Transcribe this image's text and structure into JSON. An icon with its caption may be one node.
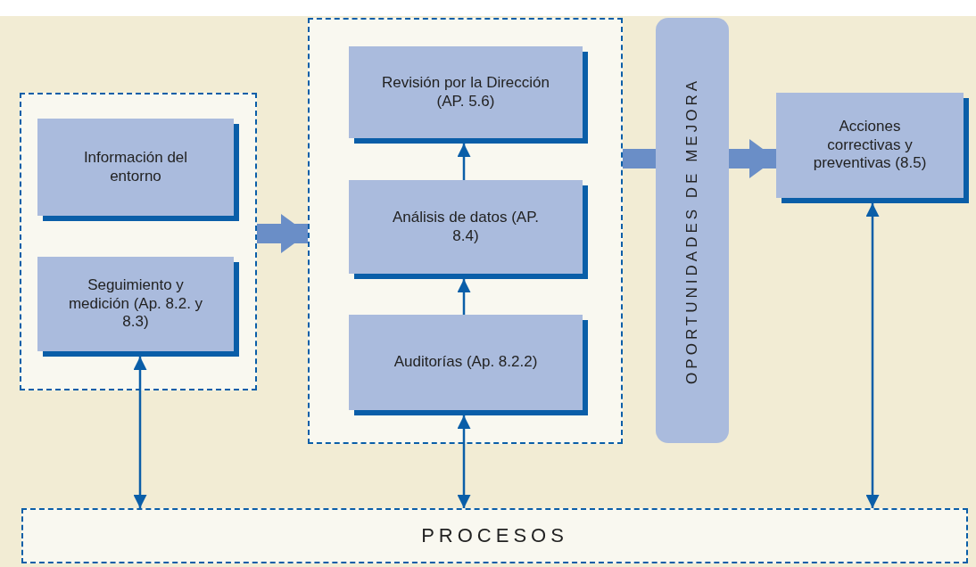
{
  "diagram": {
    "nodes": [
      {
        "text": [],
        "shape": "box"
      },
      {
        "text": [
          "Información del entorno"
        ],
        "in": 0
      },
      {
        "text": [
          "Seguimiento y medición (Ap. 8.2. y 8.3)"
        ],
        "in": 0
      },
      {
        "text": [],
        "shape": "box"
      },
      {
        "text": [
          "Revisión por la Dirección (AP. 5.6)"
        ],
        "in": 3
      },
      {
        "text": [
          "Análisis de datos (AP. 8.4)"
        ],
        "in": 3
      },
      {
        "text": [
          "Auditorías (Ap. 8.2.2)"
        ],
        "in": 3
      },
      {
        "text": [
          "OPORTUNIDADES DE MEJORA"
        ]
      },
      {
        "text": [
          "Acciones correctivas y preventivas (8.5)"
        ]
      },
      {
        "text": [
          "PROCESOS"
        ]
      }
    ],
    "edges": [
      {
        "from": 0,
        "to": 3,
        "arrow": "to",
        "style": "thick",
        "color": "#6a8ec7"
      },
      {
        "from": 6,
        "to": 5,
        "arrow": "to"
      },
      {
        "from": 5,
        "to": 4,
        "arrow": "to"
      },
      {
        "from": 3,
        "to": 7,
        "arrow": "none",
        "style": "thick",
        "color": "#6a8ec7"
      },
      {
        "from": 7,
        "to": 8,
        "arrow": "to",
        "style": "thick",
        "color": "#6a8ec7"
      },
      {
        "from": 9,
        "to": 2,
        "arrow": "both"
      },
      {
        "from": 9,
        "to": 6,
        "arrow": "both"
      },
      {
        "from": 9,
        "to": 8,
        "arrow": "both"
      }
    ]
  }
}
